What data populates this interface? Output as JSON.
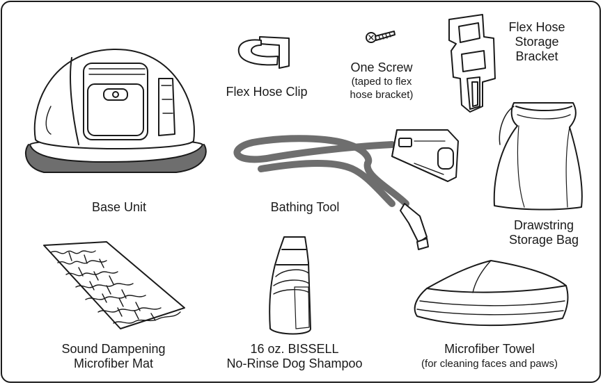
{
  "items": {
    "base_unit": {
      "lines": [
        "Base Unit"
      ]
    },
    "flex_hose_clip": {
      "lines": [
        "Flex Hose Clip"
      ]
    },
    "one_screw": {
      "title": "One Screw",
      "note": [
        "(taped to flex",
        "hose bracket)"
      ]
    },
    "flex_hose_storage_bracket": {
      "lines": [
        "Flex Hose",
        "Storage",
        "Bracket"
      ]
    },
    "bathing_tool": {
      "lines": [
        "Bathing Tool"
      ]
    },
    "drawstring_storage_bag": {
      "lines": [
        "Drawstring",
        "Storage Bag"
      ]
    },
    "sound_dampening_mat": {
      "lines": [
        "Sound Dampening",
        "Microfiber Mat"
      ]
    },
    "dog_shampoo": {
      "lines": [
        "16 oz. BISSELL",
        "No-Rinse Dog Shampoo"
      ]
    },
    "microfiber_towel": {
      "lines": [
        "Microfiber Towel",
        "(for cleaning faces and paws)"
      ]
    }
  },
  "colors": {
    "ink": "#1a1a1a",
    "hose": "#6e6e6e",
    "paper": "#ffffff"
  },
  "icons": [
    "base-unit-illustration",
    "flex-hose-clip-illustration",
    "screw-illustration",
    "storage-bracket-illustration",
    "bathing-tool-illustration",
    "drawstring-bag-illustration",
    "mat-illustration",
    "shampoo-bottle-illustration",
    "towel-illustration"
  ]
}
